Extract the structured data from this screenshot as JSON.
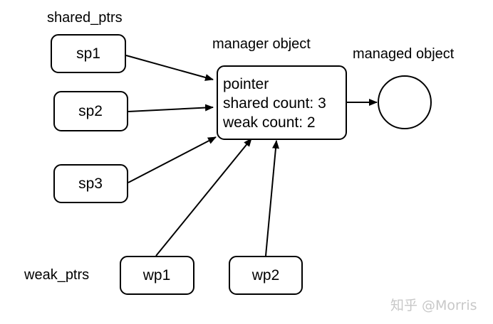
{
  "labels": {
    "shared_group": "shared_ptrs",
    "weak_group": "weak_ptrs",
    "manager": "manager object",
    "managed": "managed object"
  },
  "shared_ptrs": [
    "sp1",
    "sp2",
    "sp3"
  ],
  "weak_ptrs": [
    "wp1",
    "wp2"
  ],
  "manager_object": {
    "line1": "pointer",
    "line2": "shared count: 3",
    "line3": "weak count: 2"
  },
  "watermark": "知乎 @Morris",
  "colors": {
    "stroke": "#000000",
    "fill": "#ffffff",
    "watermark": "#c8c8c8"
  }
}
